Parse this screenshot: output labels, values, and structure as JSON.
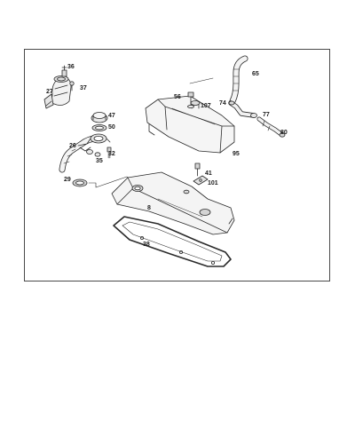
{
  "diagram": {
    "callouts": {
      "p36": "36",
      "p37": "37",
      "p27": "27",
      "p47": "47",
      "p50": "50",
      "p26": "26",
      "p35": "35",
      "p32": "32",
      "p29": "29",
      "p65": "65",
      "p56": "56",
      "p107": "107",
      "p74": "74",
      "p77": "77",
      "p80": "80",
      "p95": "95",
      "p41": "41",
      "p101": "101",
      "p8": "8",
      "p38": "38"
    }
  }
}
